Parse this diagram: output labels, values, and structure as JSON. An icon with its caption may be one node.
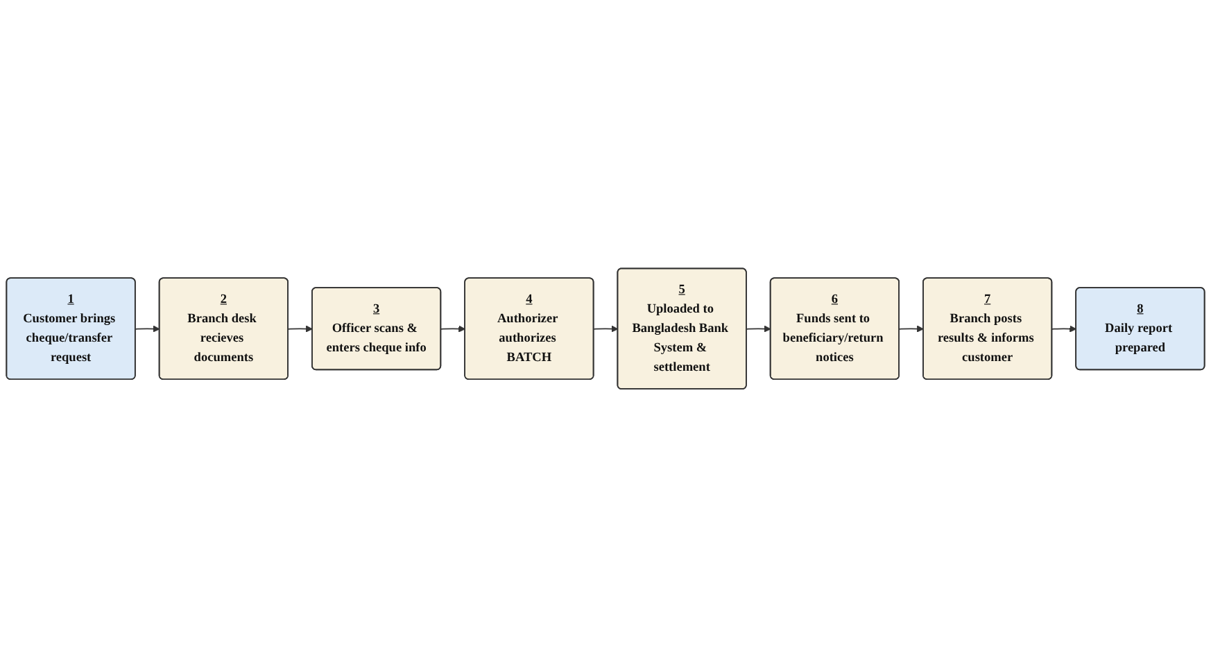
{
  "diagram": {
    "nodes": [
      {
        "text": [
          "1",
          "Customer brings cheque/transfer request"
        ]
      },
      {
        "text": [
          "2",
          "Branch desk recieves documents"
        ]
      },
      {
        "text": [
          "3",
          "Officer scans & enters cheque info"
        ]
      },
      {
        "text": [
          "4",
          "Authorizer authorizes BATCH"
        ]
      },
      {
        "text": [
          "5",
          "Uploaded to Bangladesh Bank System & settlement"
        ]
      },
      {
        "text": [
          "6",
          "Funds sent to beneficiary/return notices"
        ]
      },
      {
        "text": [
          "7",
          "Branch posts results & informs customer"
        ]
      },
      {
        "text": [
          "8",
          "Daily report prepared"
        ]
      }
    ],
    "edges": [
      {
        "from": 0,
        "to": 1,
        "arrow": "to"
      },
      {
        "from": 1,
        "to": 2,
        "arrow": "to"
      },
      {
        "from": 2,
        "to": 3,
        "arrow": "to"
      },
      {
        "from": 3,
        "to": 4,
        "arrow": "to"
      },
      {
        "from": 4,
        "to": 5,
        "arrow": "to"
      },
      {
        "from": 5,
        "to": 6,
        "arrow": "to"
      },
      {
        "from": 6,
        "to": 7,
        "arrow": "to"
      }
    ]
  }
}
